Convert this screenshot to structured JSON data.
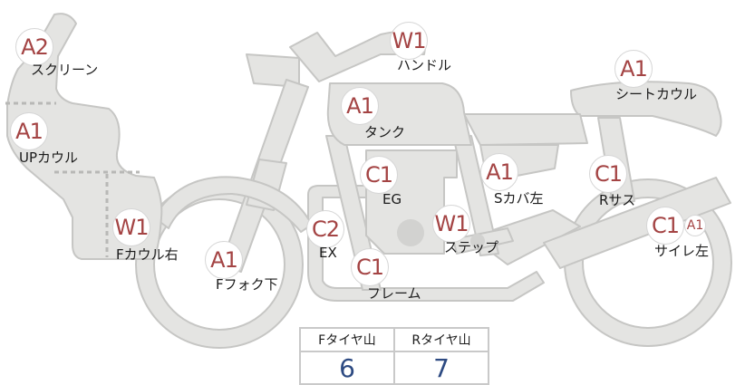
{
  "parts": [
    {
      "id": "screen",
      "grade": "A2",
      "label": "スクリーン"
    },
    {
      "id": "up-cowl",
      "grade": "A1",
      "label": "UPカウル"
    },
    {
      "id": "f-cowl-right",
      "grade": "W1",
      "label": "Fカウル右"
    },
    {
      "id": "f-fork-lower",
      "grade": "A1",
      "label": "Fフォク下"
    },
    {
      "id": "handle",
      "grade": "W1",
      "label": "ハンドル"
    },
    {
      "id": "tank",
      "grade": "A1",
      "label": "タンク"
    },
    {
      "id": "engine",
      "grade": "C1",
      "label": "EG"
    },
    {
      "id": "exhaust",
      "grade": "C2",
      "label": "EX"
    },
    {
      "id": "frame",
      "grade": "C1",
      "label": "フレーム"
    },
    {
      "id": "step",
      "grade": "W1",
      "label": "ステップ"
    },
    {
      "id": "side-cover-left",
      "grade": "A1",
      "label": "Sカバ左"
    },
    {
      "id": "rear-suspension",
      "grade": "C1",
      "label": "Rサス"
    },
    {
      "id": "seat-cowl",
      "grade": "A1",
      "label": "シートカウル"
    },
    {
      "id": "muffler-left",
      "grade": "C1",
      "extra_grade": "A1",
      "label": "サイレ左"
    }
  ],
  "tire_table": {
    "headers": [
      "Fタイヤ山",
      "Rタイヤ山"
    ],
    "values": [
      "6",
      "7"
    ]
  },
  "colors": {
    "body_fill": "#e4e4e2",
    "body_stroke": "#c4c4c2",
    "grade_text": "#a44444",
    "value_text": "#2d4a82"
  }
}
